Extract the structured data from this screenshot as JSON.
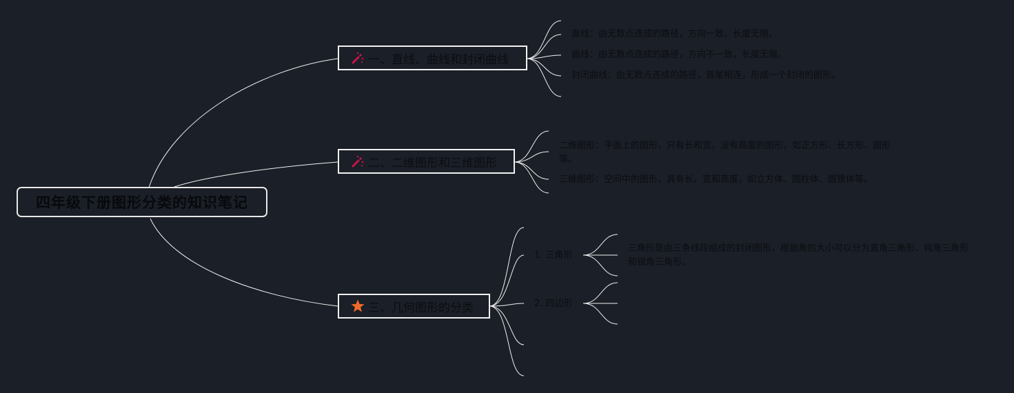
{
  "root": {
    "title": "四年级下册图形分类的知识笔记"
  },
  "topics": [
    {
      "label": "一、直线、曲线和封闭曲线",
      "icon": "magic-wand-icon",
      "notes": [
        "直线：由无数点连成的路径，方向一致，长度无限。",
        "曲线：由无数点连成的路径，方向不一致，长度无限。",
        "封闭曲线：由无数点连成的路径，首尾相连，形成一个封闭的图形。"
      ]
    },
    {
      "label": "二、二维图形和三维图形",
      "icon": "magic-wand-icon",
      "notes": [
        "二维图形：平面上的图形，只有长和宽，没有高度的图形，如正方形、长方形、圆形等。",
        "三维图形：空间中的图形，具有长、宽和高度，如立方体、圆柱体、圆锥体等。"
      ]
    },
    {
      "label": "三、几何图形的分类",
      "icon": "star-icon",
      "subtopics": [
        {
          "label": "1. 三角形",
          "note": "三角形是由三条线段组成的封闭图形，根据角的大小可以分为直角三角形、钝角三角形和锐角三角形。"
        },
        {
          "label": "2. 四边形"
        }
      ]
    }
  ],
  "colors": {
    "background": "#1b1f27",
    "connector": "#f2f2f2",
    "wand": "#c8144a",
    "star": "#f06a2a"
  }
}
